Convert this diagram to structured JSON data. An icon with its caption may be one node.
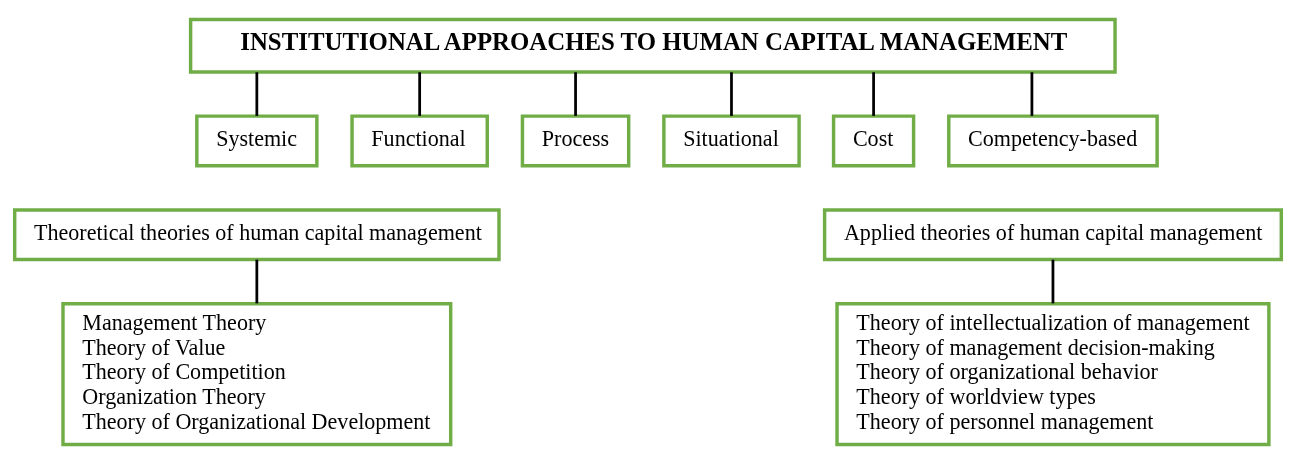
{
  "diagram": {
    "nodes": [
      {
        "text": [
          "INSTITUTIONAL APPROACHES TO HUMAN CAPITAL MANAGEMENT"
        ]
      },
      {
        "text": [
          "Systemic"
        ]
      },
      {
        "text": [
          "Functional"
        ]
      },
      {
        "text": [
          "Process"
        ]
      },
      {
        "text": [
          "Situational"
        ]
      },
      {
        "text": [
          "Cost"
        ]
      },
      {
        "text": [
          "Competency-based"
        ]
      },
      {
        "text": [
          "Theoretical theories of human capital management"
        ]
      },
      {
        "text": [
          "Applied theories of human capital management"
        ]
      },
      {
        "text": [
          "Management Theory",
          "Theory of Value",
          "Theory of Competition",
          "Organization Theory",
          "Theory of Organizational Development"
        ]
      },
      {
        "text": [
          "Theory of intellectualization of management",
          "Theory of management decision-making",
          "Theory of organizational behavior",
          "Theory of worldview types",
          "Theory of personnel management"
        ]
      }
    ],
    "edges": [
      {
        "from": 0,
        "to": 1,
        "arrow": "none"
      },
      {
        "from": 0,
        "to": 2,
        "arrow": "none"
      },
      {
        "from": 0,
        "to": 3,
        "arrow": "none"
      },
      {
        "from": 0,
        "to": 4,
        "arrow": "none"
      },
      {
        "from": 0,
        "to": 5,
        "arrow": "none"
      },
      {
        "from": 0,
        "to": 6,
        "arrow": "none"
      },
      {
        "from": 7,
        "to": 9,
        "arrow": "none"
      },
      {
        "from": 8,
        "to": 10,
        "arrow": "none"
      }
    ]
  }
}
